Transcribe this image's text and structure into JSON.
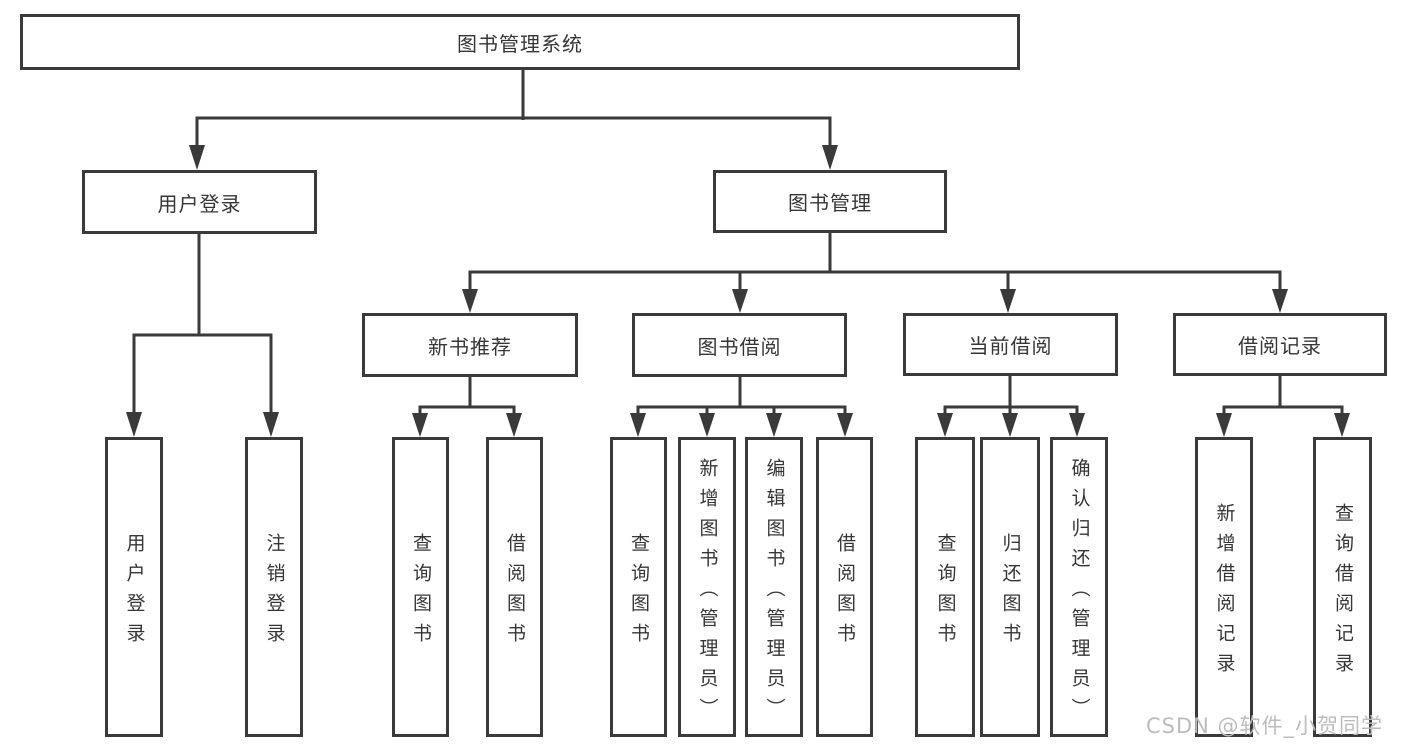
{
  "diagram": {
    "title": "图书管理系统",
    "level2": {
      "user_login": "用户登录",
      "book_management": "图书管理"
    },
    "level3": {
      "new_book_recommend": "新书推荐",
      "book_borrowing": "图书借阅",
      "current_borrowing": "当前借阅",
      "borrow_records": "借阅记录"
    },
    "leaves": {
      "user_login": "用户登录",
      "logout": "注销登录",
      "nbr_query_books": "查询图书",
      "nbr_borrow_books": "借阅图书",
      "bb_query_books": "查询图书",
      "bb_add_books_admin": "新增图书（管理员）",
      "bb_edit_books_admin": "编辑图书（管理员）",
      "bb_borrow_books": "借阅图书",
      "cb_query_books": "查询图书",
      "cb_return_books": "归还图书",
      "cb_confirm_return_admin": "确认归还（管理员）",
      "br_add_record": "新增借阅记录",
      "br_query_record": "查询借阅记录"
    }
  },
  "watermark": {
    "text": "CSDN @软件_小贺同学"
  },
  "colors": {
    "line": "#3a3a3a",
    "text": "#363636",
    "watermark": "#bcbcbc",
    "background": "#ffffff"
  }
}
